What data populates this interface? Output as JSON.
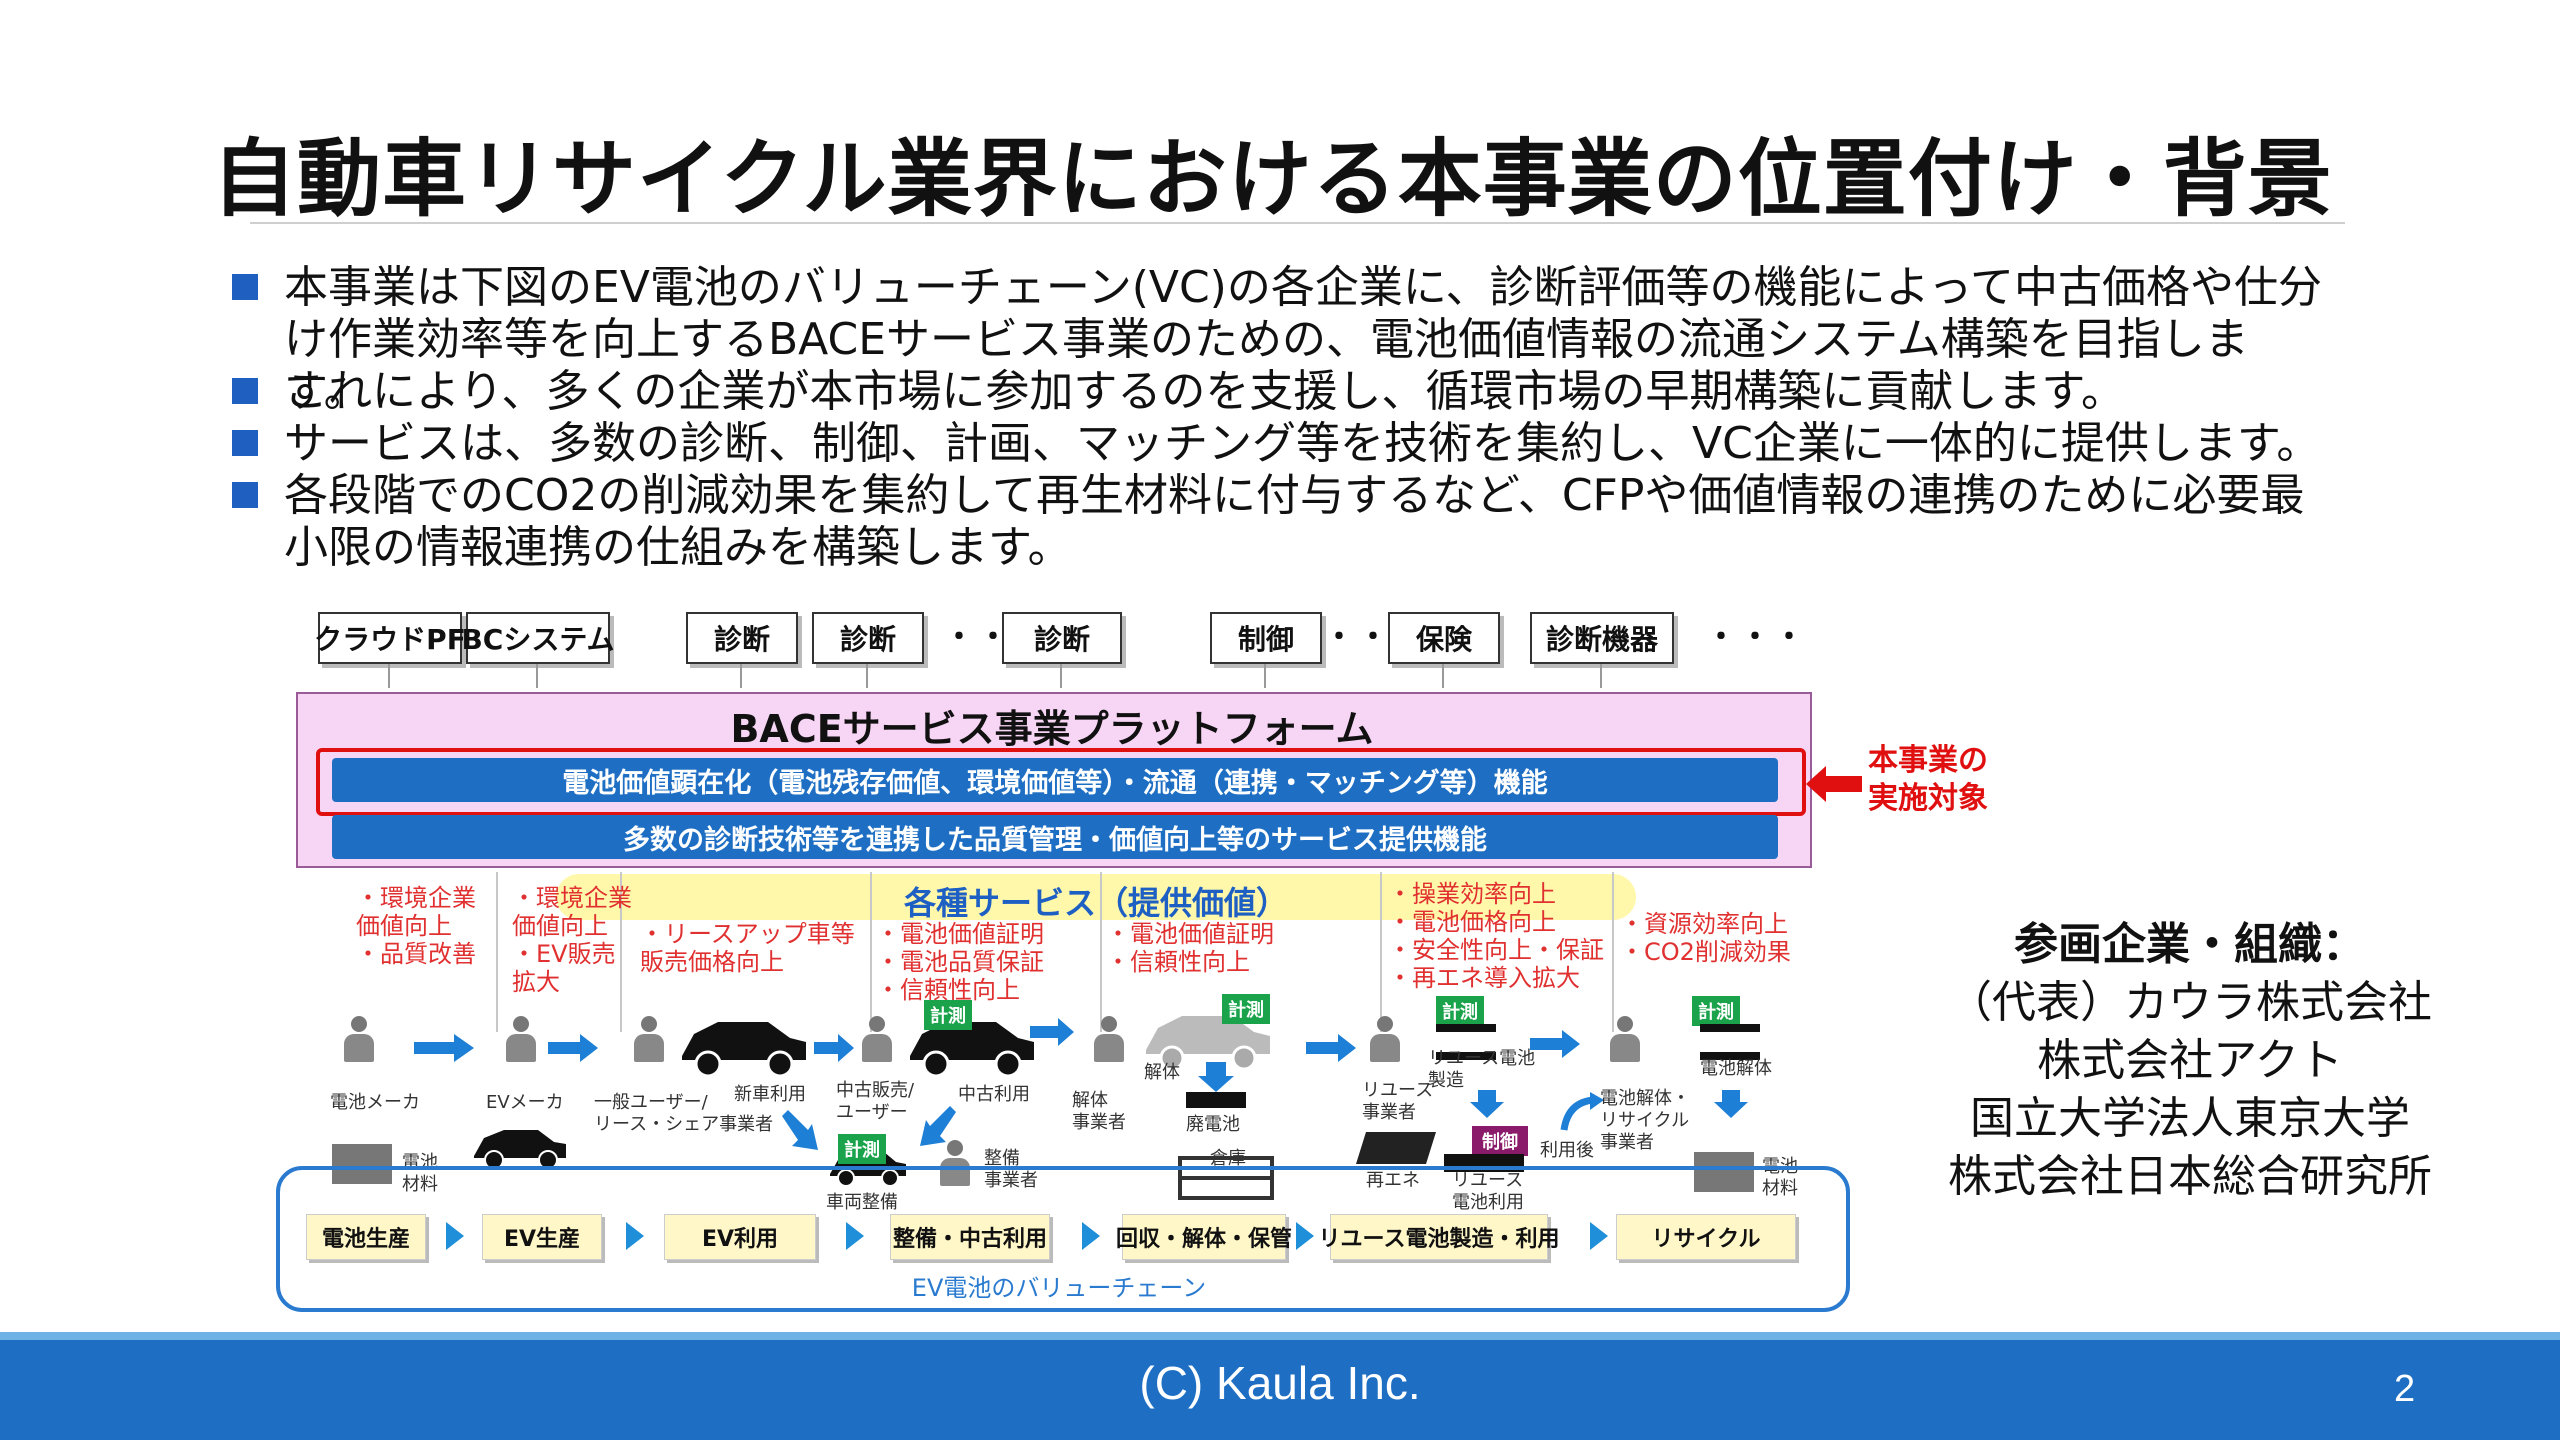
{
  "title": "自動車リサイクル業界における本事業の位置付け・背景",
  "bullets": [
    "本事業は下図のEV電池のバリューチェーン(VC)の各企業に、診断評価等の機能によって中古価格や仕分け作業効率等を向上するBACEサービス事業のための、電池価値情報の流通システム構築を目指します。",
    "これにより、多くの企業が本市場に参加するのを支援し、循環市場の早期構築に貢献します。",
    "サービスは、多数の診断、制御、計画、マッチング等を技術を集約し、VC企業に一体的に提供します。",
    "各段階でのCO2の削減効果を集約して再生材料に付与するなど、CFPや価値情報の連携のために必要最小限の情報連携の仕組みを構築します。"
  ],
  "diagram": {
    "top_boxes": [
      "クラウドPF",
      "BCシステム",
      "診断",
      "診断",
      "診断",
      "制御",
      "保険",
      "診断機器"
    ],
    "ellipsis": "・・・",
    "platform_title": "BACEサービス事業プラットフォーム",
    "bar1": "電池価値顕在化（電池残存価値、環境価値等）・流通（連携・マッチング等）機能",
    "bar2": "多数の診断技術等を連携した品質管理・価値向上等のサービス提供機能",
    "target_label_1": "本事業の",
    "target_label_2": "実施対象",
    "services_label": "各種サービス（提供価値）",
    "values": [
      [
        "・環境企業",
        "価値向上",
        "・品質改善"
      ],
      [
        "・環境企業",
        "価値向上",
        "・EV販売",
        "拡大"
      ],
      [
        "・リースアップ車等",
        "販売価格向上"
      ],
      [
        "・電池価値証明",
        "・電池品質保証",
        "・信頼性向上"
      ],
      [
        "・電池価値証明",
        "・信頼性向上"
      ],
      [
        "・操業効率向上",
        "・電池価格向上",
        "・安全性向上・保証",
        "・再エネ導入拡大"
      ],
      [
        "・資源効率向上",
        "・CO2削減効果"
      ]
    ],
    "actors": {
      "battery_maker": "電池メーカ",
      "ev_maker": "EVメーカ",
      "user_1": "一般ユーザー/",
      "user_2": "リース・シェア事業者",
      "new_use": "新車利用",
      "used_sale_1": "中古販売/",
      "used_sale_2": "ユーザー",
      "used_use": "中古利用",
      "maintenance_1": "整備",
      "maintenance_2": "事業者",
      "vehicle_maintenance": "車両整備",
      "dismantler_1": "解体",
      "dismantler_2": "事業者",
      "dismantle": "解体",
      "waste_battery": "廃電池",
      "storage": "倉庫",
      "reuse_1": "リユース",
      "reuse_2": "事業者",
      "reuse_batt_mfg_1": "リユース電池",
      "reuse_batt_mfg_2": "製造",
      "renewable": "再エネ",
      "reuse_batt_use_1": "リユース",
      "reuse_batt_use_2": "電池利用",
      "after_use": "利用後",
      "recycle_1": "電池解体・",
      "recycle_2": "リサイクル",
      "recycle_3": "事業者",
      "battery_dismantle": "電池解体",
      "material_1": "電池",
      "material_2": "材料",
      "material_3": "電池",
      "material_4": "材料"
    },
    "measure": "計測",
    "control": "制御",
    "stages": [
      "電池生産",
      "EV生産",
      "EV利用",
      "整備・中古利用",
      "回収・解体・保管",
      "リユース電池製造・利用",
      "リサイクル"
    ],
    "vc_label": "EV電池のバリューチェーン"
  },
  "members": {
    "title": "参画企業・組織：",
    "list": [
      "（代表）カウラ株式会社",
      "株式会社アクト",
      "国立大学法人東京大学",
      "株式会社日本総合研究所"
    ]
  },
  "footer": {
    "copyright": "(C) Kaula Inc.",
    "page": "2"
  },
  "colors": {
    "accent_blue": "#1e6fc4",
    "highlight_red": "#e01010",
    "platform_pink": "#f7d5f4",
    "stage_yellow": "#fff7c8"
  }
}
